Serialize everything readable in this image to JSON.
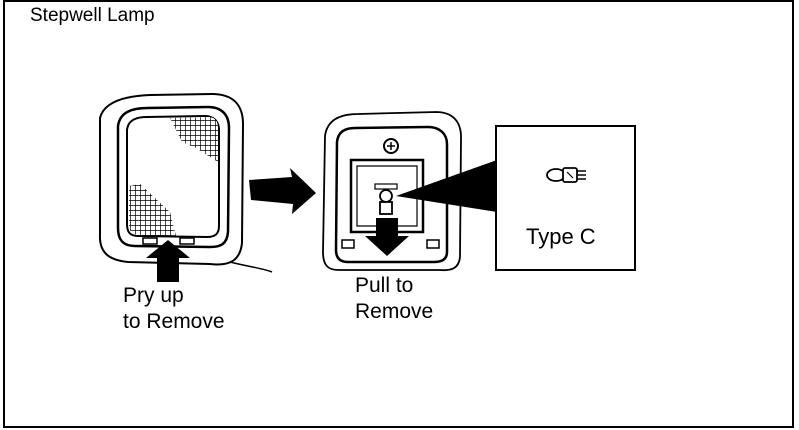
{
  "title": "Stepwell Lamp",
  "labels": {
    "pry_line1": "Pry up",
    "pry_line2": "to Remove",
    "pull_line1": "Pull to",
    "pull_line2": "Remove",
    "bulb_type": "Type C"
  },
  "icons": {
    "direction_arrow": "arrow-right-icon",
    "pry_arrow": "arrow-up-icon",
    "pull_arrow": "arrow-down-icon",
    "bulb": "bulb-icon"
  },
  "colors": {
    "line": "#000000",
    "background": "#ffffff"
  }
}
